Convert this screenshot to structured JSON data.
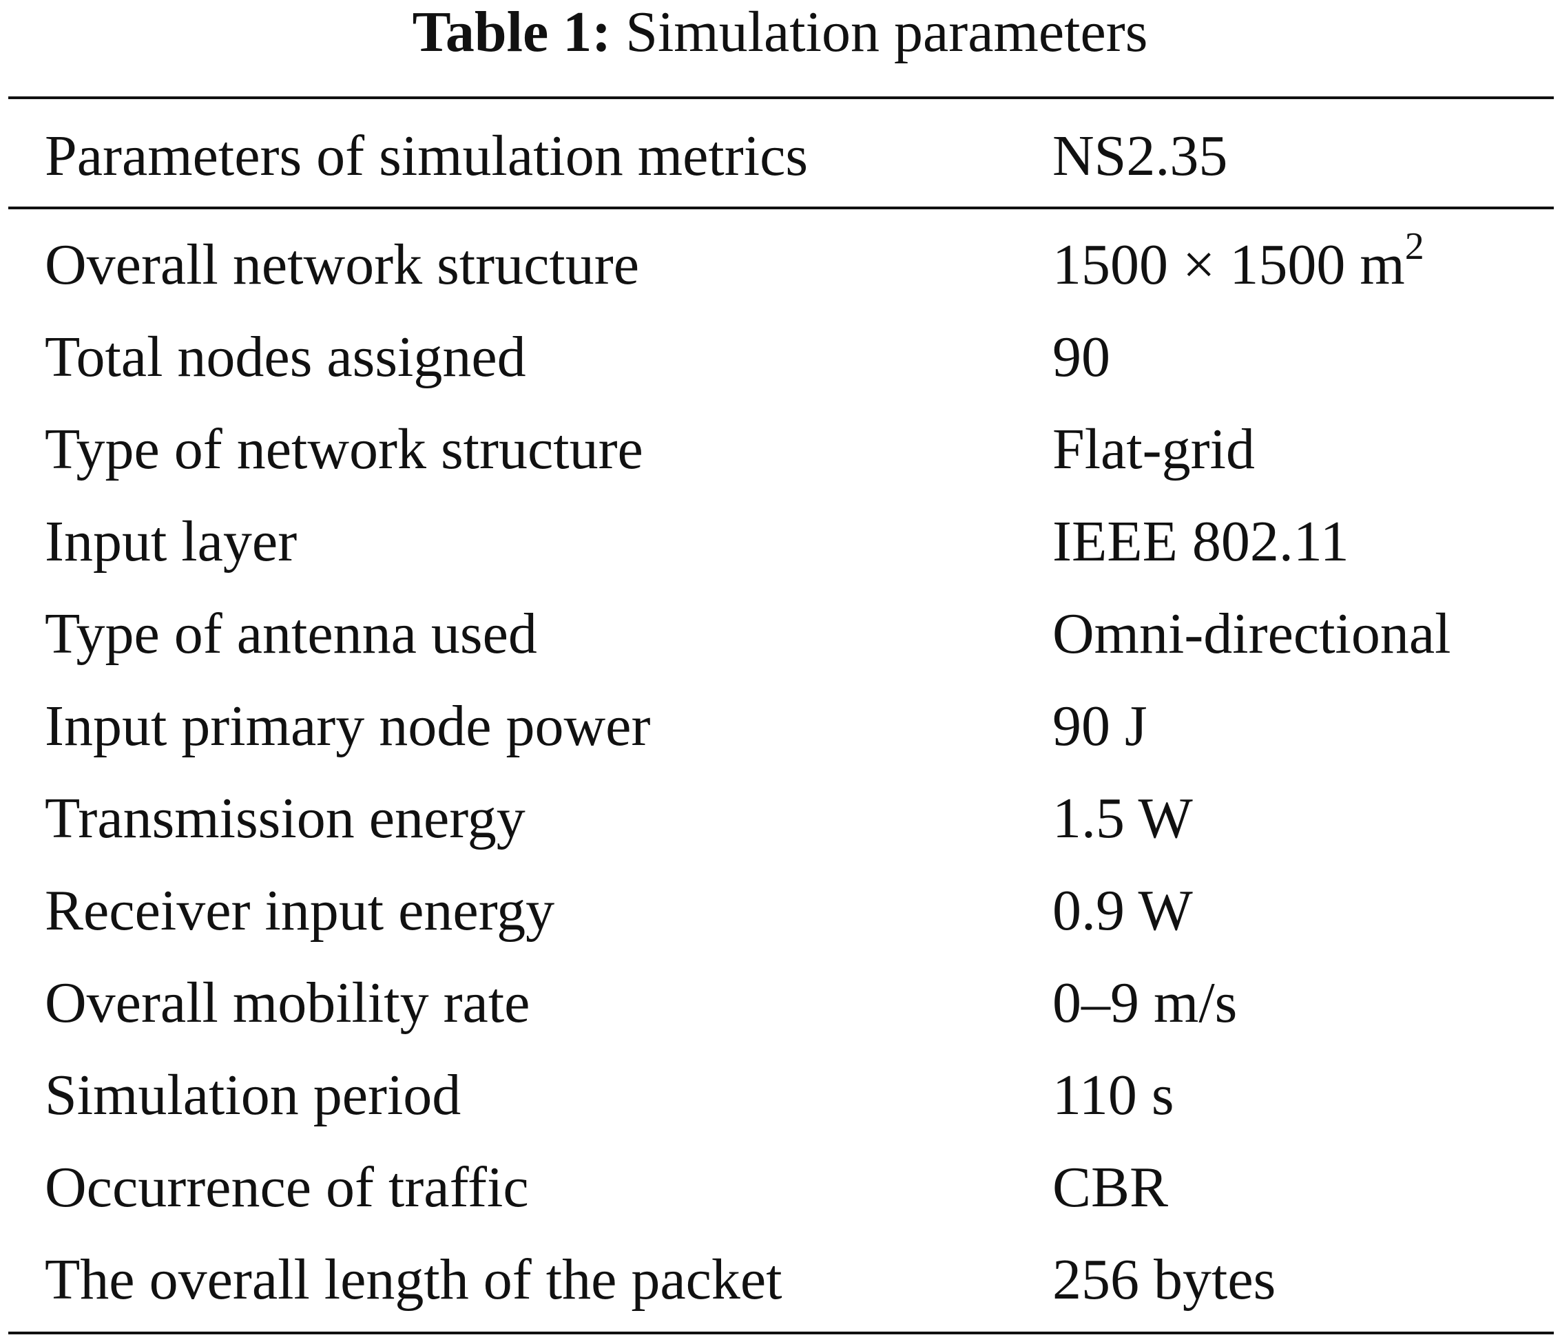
{
  "caption": {
    "label": "Table 1:",
    "title": "Simulation parameters"
  },
  "table": {
    "header": {
      "param": "Parameters of simulation metrics",
      "value": "NS2.35"
    },
    "rows": [
      {
        "param": "Overall network structure",
        "value": "1500 × 1500 m",
        "value_sup": "2"
      },
      {
        "param": "Total nodes assigned",
        "value": "90"
      },
      {
        "param": "Type of network structure",
        "value": "Flat-grid"
      },
      {
        "param": "Input layer",
        "value": "IEEE 802.11"
      },
      {
        "param": "Type of antenna used",
        "value": "Omni-directional"
      },
      {
        "param": "Input primary node power",
        "value": "90 J"
      },
      {
        "param": "Transmission energy",
        "value": "1.5 W"
      },
      {
        "param": "Receiver input energy",
        "value": "0.9 W"
      },
      {
        "param": "Overall mobility rate",
        "value": "0–9 m/s"
      },
      {
        "param": "Simulation period",
        "value": "110 s"
      },
      {
        "param": "Occurrence of traffic",
        "value": "CBR"
      },
      {
        "param": "The overall length of the packet",
        "value": "256 bytes"
      }
    ]
  }
}
